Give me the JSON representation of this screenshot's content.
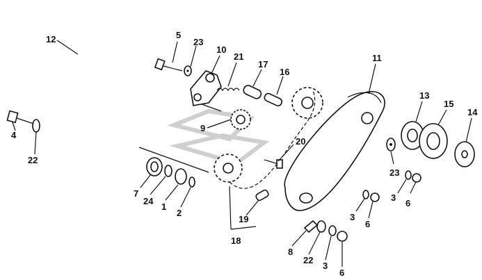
{
  "diagram": {
    "labels": {
      "l1": "1",
      "l2": "2",
      "l3a": "3",
      "l3b": "3",
      "l3c": "3",
      "l4": "4",
      "l5": "5",
      "l6a": "6",
      "l6b": "6",
      "l7": "7",
      "l8": "8",
      "l9": "9",
      "l10": "10",
      "l11": "11",
      "l12": "12",
      "l13": "13",
      "l14": "14",
      "l15": "15",
      "l16": "16",
      "l17": "17",
      "l18": "18",
      "l19": "19",
      "l20": "20",
      "l21": "21",
      "l22a": "22",
      "l22b": "22",
      "l23a": "23",
      "l23b": "23",
      "l24": "24"
    }
  }
}
